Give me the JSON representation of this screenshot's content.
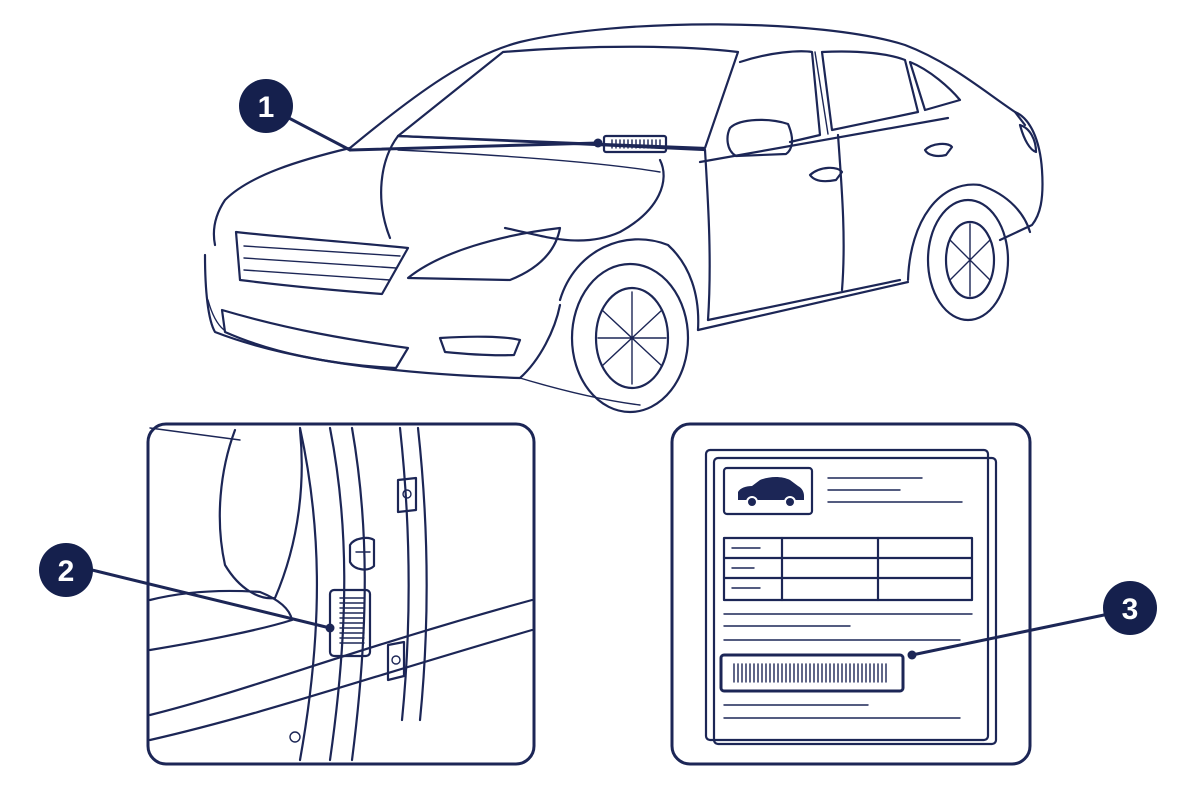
{
  "callouts": [
    {
      "number": "1",
      "target": "windshield-vin-plate"
    },
    {
      "number": "2",
      "target": "door-jamb-label"
    },
    {
      "number": "3",
      "target": "document-barcode"
    }
  ],
  "colors": {
    "line": "#1c2656",
    "badge": "#15204d",
    "badge_text": "#ffffff",
    "background": "#ffffff"
  }
}
